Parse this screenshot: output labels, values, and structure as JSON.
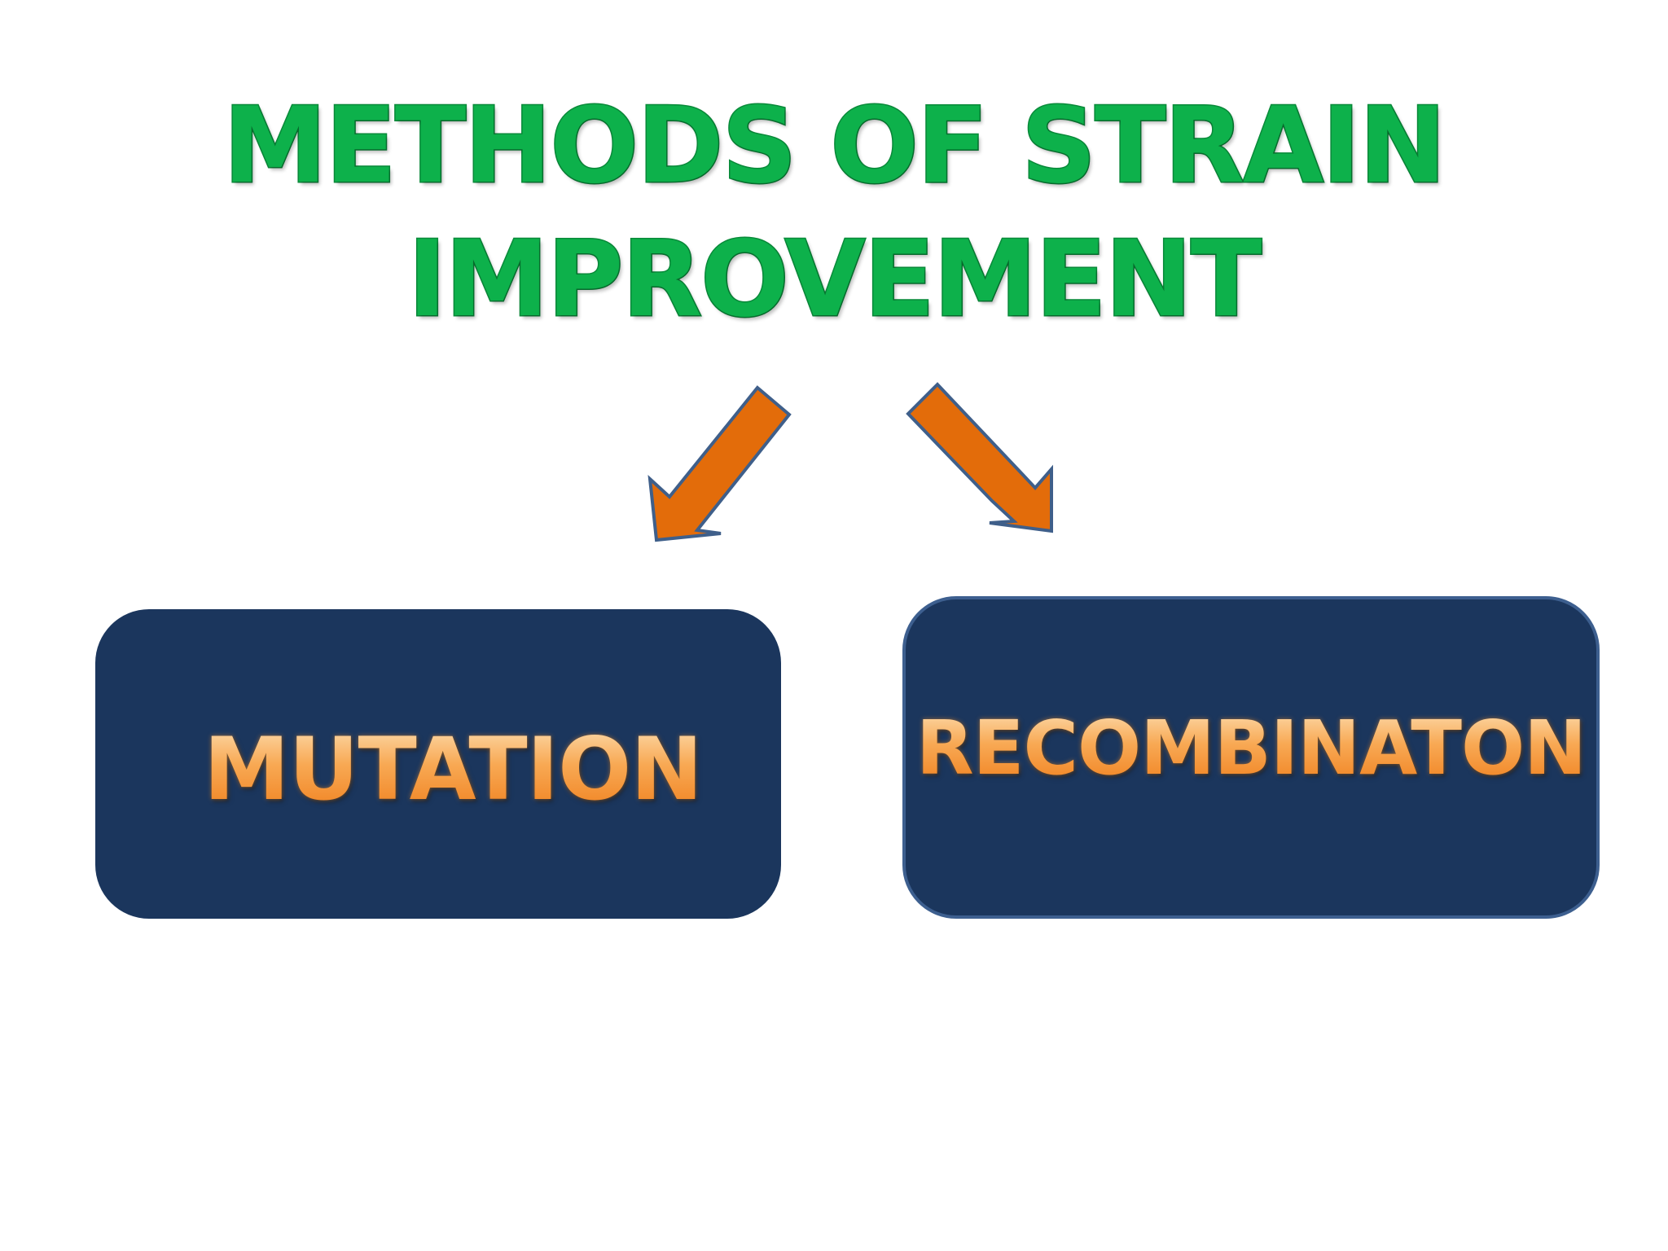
{
  "title": {
    "line1": "METHODS OF STRAIN",
    "line2": "IMPROVEMENT"
  },
  "boxes": [
    {
      "label": "MUTATION"
    },
    {
      "label": "RECOMBINATON"
    }
  ],
  "colors": {
    "title": "#0db14b",
    "box_fill": "#1b365d",
    "box_text": "#f5953a",
    "arrow_fill": "#e36c0a",
    "arrow_outline": "#3f5f8a"
  }
}
